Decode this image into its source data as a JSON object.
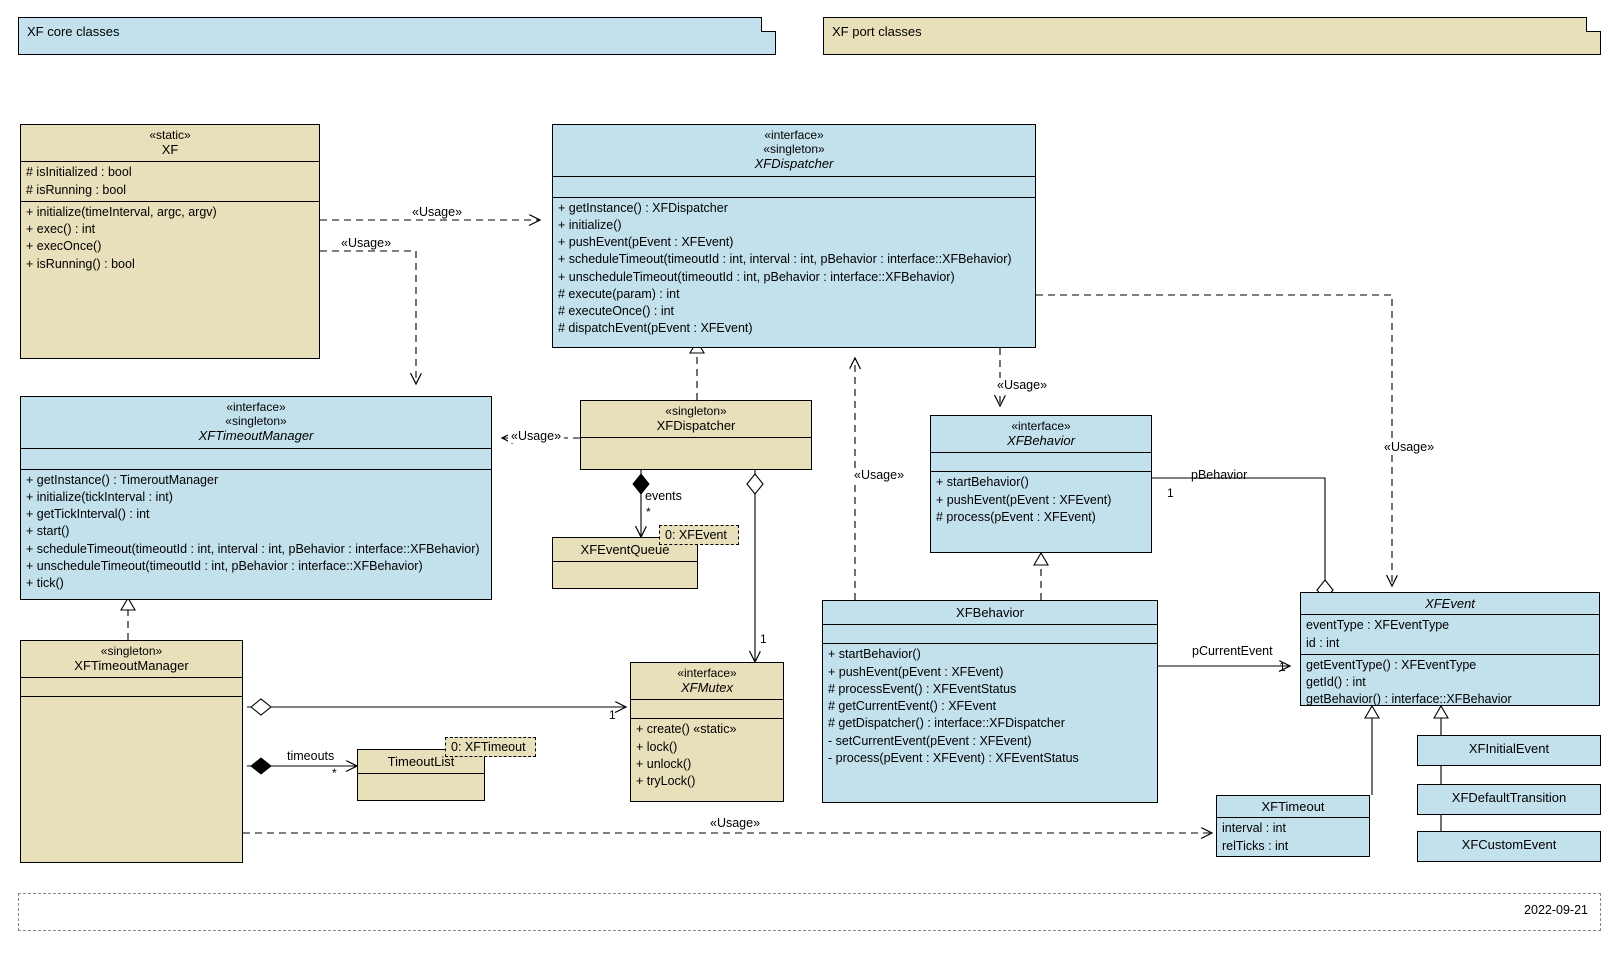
{
  "packages": [
    {
      "name": "core",
      "label": "XF core classes"
    },
    {
      "name": "port",
      "label": "XF port classes"
    }
  ],
  "classes": {
    "xf": {
      "stereotype": "«static»",
      "name": "XF",
      "attributes": [
        "# isInitialized : bool",
        "# isRunning : bool"
      ],
      "operations": [
        "+ initialize(timeInterval, argc, argv)",
        "+ exec() : int",
        "+ execOnce()",
        "+ isRunning() : bool"
      ]
    },
    "xfdispatcher_if": {
      "stereotype1": "«interface»",
      "stereotype2": "«singleton»",
      "name": "XFDispatcher",
      "attributes": [],
      "operations": [
        "+ getInstance() : XFDispatcher",
        "+ initialize()",
        "+ pushEvent(pEvent : XFEvent)",
        "+ scheduleTimeout(timeoutId : int, interval : int, pBehavior : interface::XFBehavior)",
        "+ unscheduleTimeout(timeoutId : int, pBehavior : interface::XFBehavior)",
        "# execute(param) : int",
        "# executeOnce() : int",
        "# dispatchEvent(pEvent : XFEvent)"
      ]
    },
    "xftimeoutmanager_if": {
      "stereotype1": "«interface»",
      "stereotype2": "«singleton»",
      "name": "XFTimeoutManager",
      "attributes": [],
      "operations": [
        "+ getInstance() : TimeroutManager",
        "+ initialize(tickInterval : int)",
        "+ getTickInterval() : int",
        "+ start()",
        "+ scheduleTimeout(timeoutId : int, interval : int, pBehavior : interface::XFBehavior)",
        "+ unscheduleTimeout(timeoutId : int, pBehavior : interface::XFBehavior)",
        "+ tick()"
      ]
    },
    "xfdispatcher_impl": {
      "stereotype": "«singleton»",
      "name": "XFDispatcher"
    },
    "xfeventqueue": {
      "name": "XFEventQueue"
    },
    "xfbehavior_if": {
      "stereotype": "«interface»",
      "name": "XFBehavior",
      "operations": [
        "+ startBehavior()",
        "+ pushEvent(pEvent : XFEvent)",
        "# process(pEvent : XFEvent)"
      ]
    },
    "xfbehavior_impl": {
      "name": "XFBehavior",
      "operations": [
        "+ startBehavior()",
        "+ pushEvent(pEvent : XFEvent)",
        "# processEvent() : XFEventStatus",
        "# getCurrentEvent() : XFEvent",
        "# getDispatcher() : interface::XFDispatcher",
        "- setCurrentEvent(pEvent : XFEvent)",
        "- process(pEvent : XFEvent) : XFEventStatus"
      ]
    },
    "xftimeoutmanager_impl": {
      "stereotype": "«singleton»",
      "name": "XFTimeoutManager"
    },
    "timeoutlist": {
      "name": "TimeoutList"
    },
    "xfmutex": {
      "stereotype": "«interface»",
      "name": "XFMutex",
      "operations": [
        "+ create() «static»",
        "+ lock()",
        "+ unlock()",
        "+ tryLock()"
      ]
    },
    "xfevent": {
      "name": "XFEvent",
      "attributes": [
        "eventType : XFEventType",
        "id : int"
      ],
      "operations": [
        "getEventType() : XFEventType",
        "getId() : int",
        "getBehavior() : interface::XFBehavior"
      ]
    },
    "xftimeout": {
      "name": "XFTimeout",
      "attributes": [
        "interval : int",
        "relTicks : int"
      ]
    },
    "xfinitialevent": {
      "name": "XFInitialEvent"
    },
    "xfdefaulttransition": {
      "name": "XFDefaultTransition"
    },
    "xfcustomevent": {
      "name": "XFCustomEvent"
    }
  },
  "qualifiers": [
    {
      "name": "event-qualifier",
      "label": "0: XFEvent"
    },
    {
      "name": "timeout-qualifier",
      "label": "0: XFTimeout"
    }
  ],
  "edge_labels": {
    "usage": "«Usage»",
    "events": "events",
    "timeouts": "timeouts",
    "pBehavior": "pBehavior",
    "pCurrentEvent": "pCurrentEvent",
    "star": "*",
    "one": "1"
  },
  "footer": {
    "date": "2022-09-21"
  },
  "colors": {
    "blue": "#c3e1ed",
    "yellow": "#e8e0bb",
    "line": "#000000",
    "background": "#ffffff"
  }
}
